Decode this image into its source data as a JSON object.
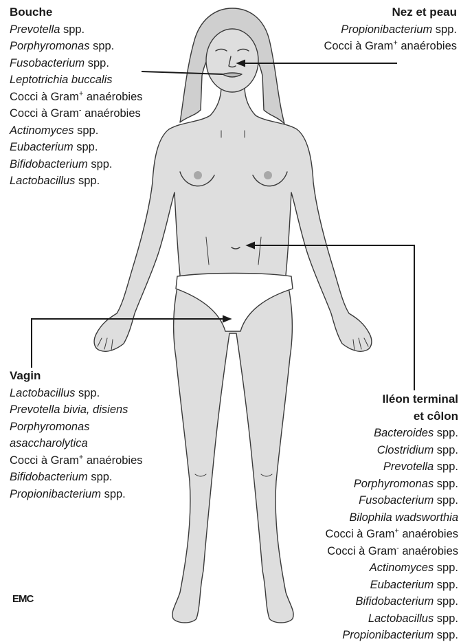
{
  "regions": {
    "bouche": {
      "heading": "Bouche",
      "items": [
        {
          "text": "Prevotella",
          "tail": " spp.",
          "italic": true
        },
        {
          "text": "Porphyromonas",
          "tail": " spp.",
          "italic": true
        },
        {
          "text": "Fusobacterium",
          "tail": " spp.",
          "italic": true
        },
        {
          "text": "Leptotrichia buccalis",
          "tail": "",
          "italic": true
        },
        {
          "text": "Cocci à Gram",
          "sup": "+",
          "tail": " anaérobies",
          "italic": false
        },
        {
          "text": "Cocci à Gram",
          "sup": "-",
          "tail": " anaérobies",
          "italic": false
        },
        {
          "text": "Actinomyces",
          "tail": " spp.",
          "italic": true
        },
        {
          "text": "Eubacterium",
          "tail": " spp.",
          "italic": true
        },
        {
          "text": "Bifidobacterium",
          "tail": " spp.",
          "italic": true
        },
        {
          "text": "Lactobacillus",
          "tail": " spp.",
          "italic": true
        }
      ]
    },
    "nez": {
      "heading": "Nez et peau",
      "items": [
        {
          "text": "Propionibacterium",
          "tail": " spp.",
          "italic": true
        },
        {
          "text": "Cocci à Gram",
          "sup": "+",
          "tail": " anaérobies",
          "italic": false
        }
      ]
    },
    "vagin": {
      "heading": "Vagin",
      "items": [
        {
          "text": "Lactobacillus",
          "tail": " spp.",
          "italic": true
        },
        {
          "text": "Prevotella bivia, disiens",
          "tail": "",
          "italic": true
        },
        {
          "text": "Porphyromonas",
          "tail": "",
          "italic": true
        },
        {
          "text": "asaccharolytica",
          "tail": "",
          "italic": true
        },
        {
          "text": "Cocci à Gram",
          "sup": "+",
          "tail": " anaérobies",
          "italic": false
        },
        {
          "text": "Bifidobacterium",
          "tail": " spp.",
          "italic": true
        },
        {
          "text": "Propionibacterium",
          "tail": " spp.",
          "italic": true
        }
      ]
    },
    "ileon": {
      "heading": "Iléon terminal",
      "heading2": "et côlon",
      "items": [
        {
          "text": "Bacteroides",
          "tail": " spp.",
          "italic": true
        },
        {
          "text": "Clostridium",
          "tail": " spp.",
          "italic": true
        },
        {
          "text": "Prevotella",
          "tail": " spp.",
          "italic": true
        },
        {
          "text": "Porphyromonas",
          "tail": " spp.",
          "italic": true
        },
        {
          "text": "Fusobacterium",
          "tail": " spp.",
          "italic": true
        },
        {
          "text": "Bilophila wadsworthia",
          "tail": "",
          "italic": true
        },
        {
          "text": "Cocci à Gram",
          "sup": "+",
          "tail": " anaérobies",
          "italic": false
        },
        {
          "text": "Cocci à Gram",
          "sup": "-",
          "tail": " anaérobies",
          "italic": false
        },
        {
          "text": "Actinomyces",
          "tail": " spp.",
          "italic": true
        },
        {
          "text": "Eubacterium",
          "tail": " spp.",
          "italic": true
        },
        {
          "text": "Bifidobacterium",
          "tail": " spp.",
          "italic": true
        },
        {
          "text": "Lactobacillus",
          "tail": " spp.",
          "italic": true
        },
        {
          "text": "Propionibacterium",
          "tail": " spp.",
          "italic": true
        }
      ]
    }
  },
  "logo": "EMC",
  "colors": {
    "body_fill": "#dedede",
    "outline": "#3a3a3a",
    "garment": "#ffffff",
    "leader": "#1a1a1a"
  }
}
